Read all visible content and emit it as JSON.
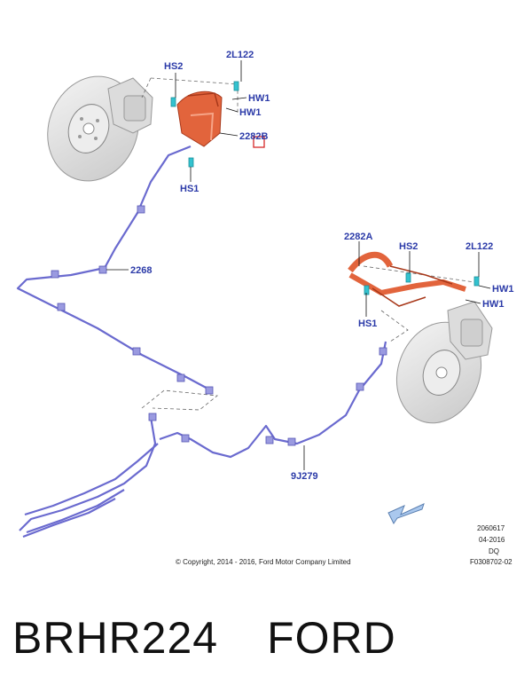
{
  "callouts": {
    "hs2_top": "HS2",
    "l2122_top": "2L122",
    "hw1_top_a": "HW1",
    "hw1_top_b": "HW1",
    "part_2282b": "2282B",
    "hs1_top": "HS1",
    "part_2268": "2268",
    "part_2282a": "2282A",
    "hs2_right": "HS2",
    "l2122_right": "2L122",
    "hw1_right_a": "HW1",
    "hw1_right_b": "HW1",
    "hs1_right": "HS1",
    "part_9j279": "9J279"
  },
  "meta": {
    "code": "2060617",
    "date": "04-2016",
    "dq": "DQ",
    "figure": "F0308702-02",
    "copyright": "© Copyright, 2014 - 2016, Ford Motor Company Limited"
  },
  "caption": {
    "part_number": "BRHR224",
    "brand": "FORD"
  },
  "colors": {
    "hose": "#e2643c",
    "lines": "#6a6acf",
    "callout": "#2b3aa8",
    "fastener": "#33c2cf"
  }
}
